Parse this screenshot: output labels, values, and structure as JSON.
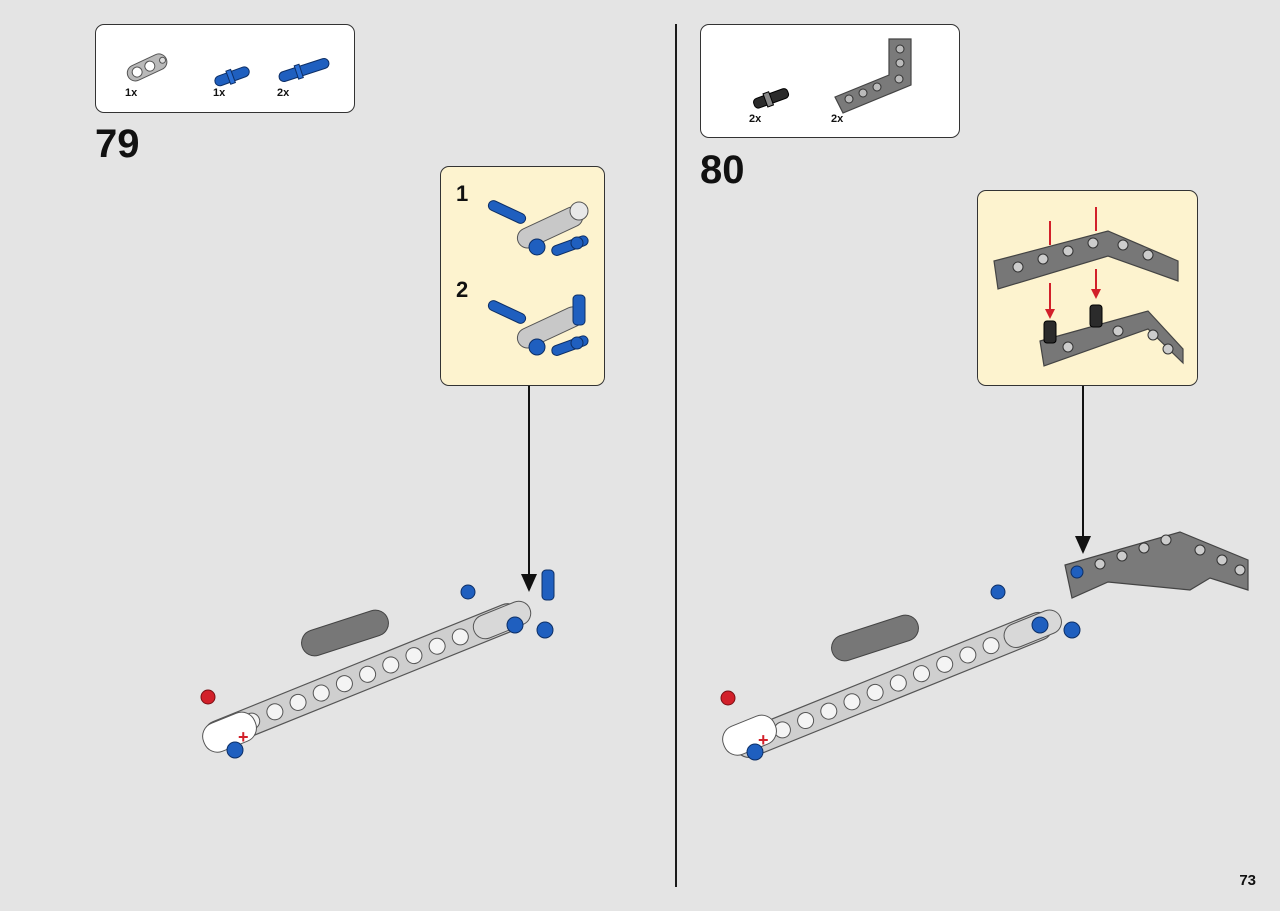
{
  "page": {
    "number": "73"
  },
  "step79": {
    "number": "79",
    "parts": [
      {
        "name": "gray-connector",
        "qty": "1x"
      },
      {
        "name": "blue-short-pin",
        "qty": "1x"
      },
      {
        "name": "blue-long-pin",
        "qty": "2x"
      }
    ],
    "substeps": [
      "1",
      "2"
    ]
  },
  "step80": {
    "number": "80",
    "parts": [
      {
        "name": "black-axle-pin",
        "qty": "2x"
      },
      {
        "name": "gray-l-beam",
        "qty": "2x"
      }
    ]
  },
  "colors": {
    "background": "#e4e4e4",
    "callout": "#fdf3cf",
    "technic_blue": "#1f5fbf",
    "light_gray": "#c8c8c8",
    "dark_gray": "#6e6e6e",
    "arrow_red": "#d2202a"
  }
}
